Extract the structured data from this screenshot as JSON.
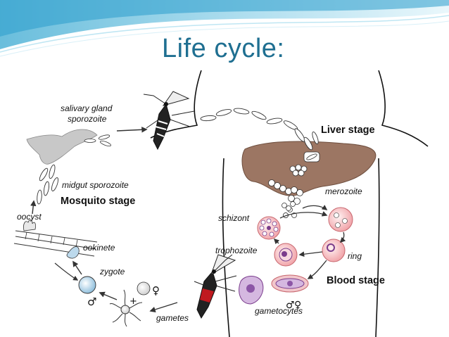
{
  "slide": {
    "title": "Life cycle:",
    "colors": {
      "title": "#1f6f91",
      "header_wave": "#6fc3df",
      "liver": "#9c7663",
      "mosquito_red": "#c0191f",
      "cell_pink": "#f2a9ad",
      "gametocyte_purple": "#b58cc9"
    }
  },
  "diagram": {
    "stages": {
      "liver": "Liver stage",
      "mosquito": "Mosquito stage",
      "blood": "Blood stage"
    },
    "labels": {
      "salivary_gland": "salivary gland",
      "sporozoite": "sporozoite",
      "midgut_sporozoite": "midgut sporozoite",
      "oocyst": "oocyst",
      "ookinete": "ookinete",
      "zygote": "zygote",
      "gametes": "gametes",
      "merozoite": "merozoite",
      "schizont": "schizont",
      "trophozoite": "trophozoite",
      "ring": "ring",
      "gametocytes": "gametocytes"
    },
    "symbols": {
      "male": "♂",
      "female": "♀",
      "plus": "+"
    }
  }
}
